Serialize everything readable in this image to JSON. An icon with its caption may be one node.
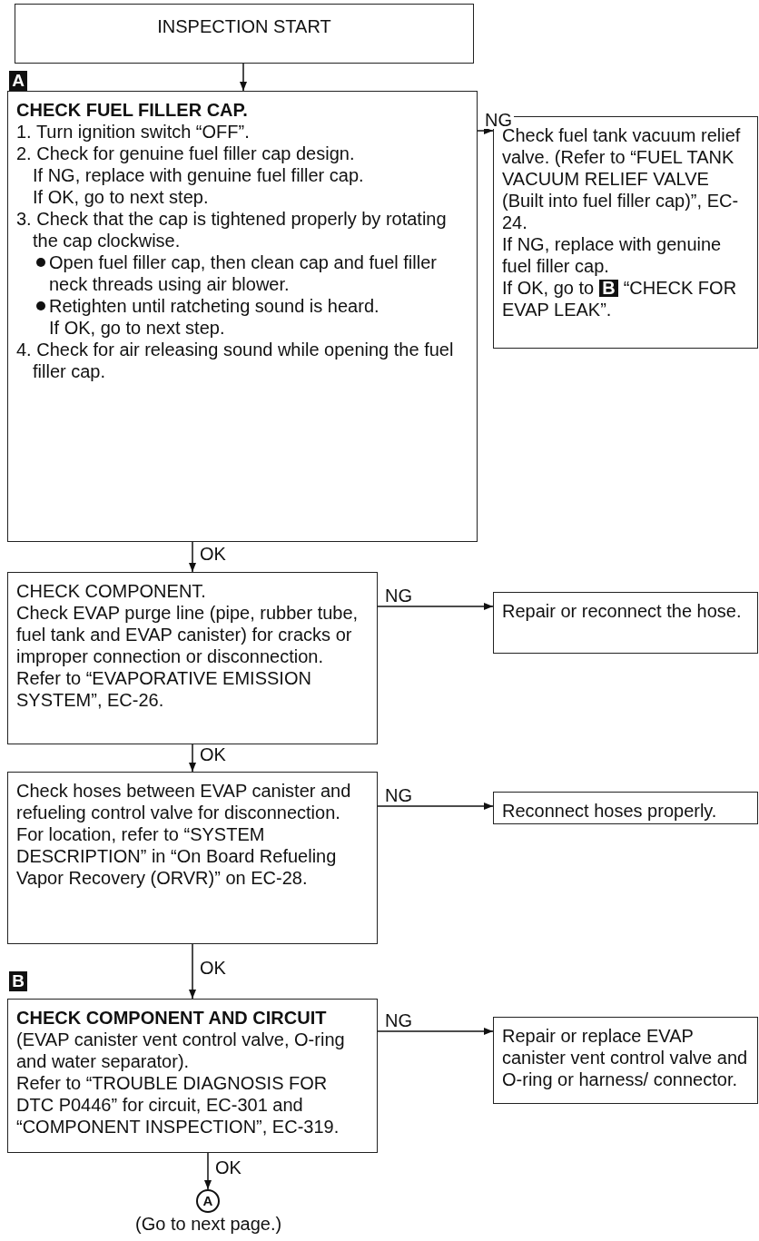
{
  "diagram": {
    "nodes": [
      {
        "text": [
          "INSPECTION START"
        ]
      },
      {
        "text": [
          "CHECK FUEL FILLER CAP.",
          "1. Turn ignition switch “OFF”.",
          "2. Check for genuine fuel filler cap design.",
          "If NG, replace with genuine fuel filler cap.",
          "If OK, go to next step.",
          "3. Check that the cap is tightened properly by rotating the cap clockwise.",
          "Open fuel filler cap, then clean cap and fuel filler neck threads using air blower.",
          "Retighten until ratcheting sound is heard.",
          "If OK, go to next step.",
          "4. Check for air releasing sound while opening the fuel filler cap."
        ]
      },
      {
        "text": [
          "Check fuel tank vacuum relief valve. (Refer to “FUEL TANK VACUUM RELIEF VALVE (Built into fuel filler cap)”, EC-24.",
          "If NG, replace with genuine fuel filler cap.",
          "If OK, go to",
          "B",
          "“CHECK FOR EVAP LEAK”."
        ]
      },
      {
        "text": [
          "CHECK COMPONENT.",
          "Check EVAP purge line (pipe, rubber tube, fuel tank and EVAP canister) for cracks or improper connection or disconnection.",
          "Refer to “EVAPORATIVE EMISSION SYSTEM”, EC-26."
        ]
      },
      {
        "text": [
          "Repair or reconnect the hose."
        ]
      },
      {
        "text": [
          "Check hoses between EVAP canister and refueling control valve for disconnection.",
          "For location, refer to “SYSTEM DESCRIPTION” in “On Board Refueling Vapor Recovery (ORVR)” on EC-28."
        ]
      },
      {
        "text": [
          "Reconnect hoses properly."
        ]
      },
      {
        "text": [
          "CHECK COMPONENT AND CIRCUIT",
          "(EVAP canister vent control valve, O-ring and water separator).",
          "Refer to “TROUBLE DIAGNOSIS FOR DTC P0446” for circuit, EC-301 and “COMPONENT INSPECTION”, EC-319."
        ]
      },
      {
        "text": [
          "Repair or replace EVAP canister vent control valve and O-ring or harness/ connector."
        ]
      },
      {
        "text": [
          "A"
        ],
        "beside": [
          "(Go to next page.)"
        ]
      }
    ],
    "edges": [
      {
        "from": 0,
        "to": 1,
        "arrow": "to"
      },
      {
        "from": 1,
        "to": 2,
        "arrow": "to",
        "label": "NG"
      },
      {
        "from": 1,
        "to": 3,
        "arrow": "to",
        "label": "OK"
      },
      {
        "from": 3,
        "to": 4,
        "arrow": "to",
        "label": "NG"
      },
      {
        "from": 3,
        "to": 5,
        "arrow": "to",
        "label": "OK"
      },
      {
        "from": 5,
        "to": 6,
        "arrow": "to",
        "label": "NG"
      },
      {
        "from": 5,
        "to": 7,
        "arrow": "to",
        "label": "OK"
      },
      {
        "from": 7,
        "to": 8,
        "arrow": "to",
        "label": "NG"
      },
      {
        "from": 7,
        "to": 9,
        "arrow": "to",
        "label": "OK"
      }
    ],
    "labels": [
      "A",
      "B"
    ]
  }
}
